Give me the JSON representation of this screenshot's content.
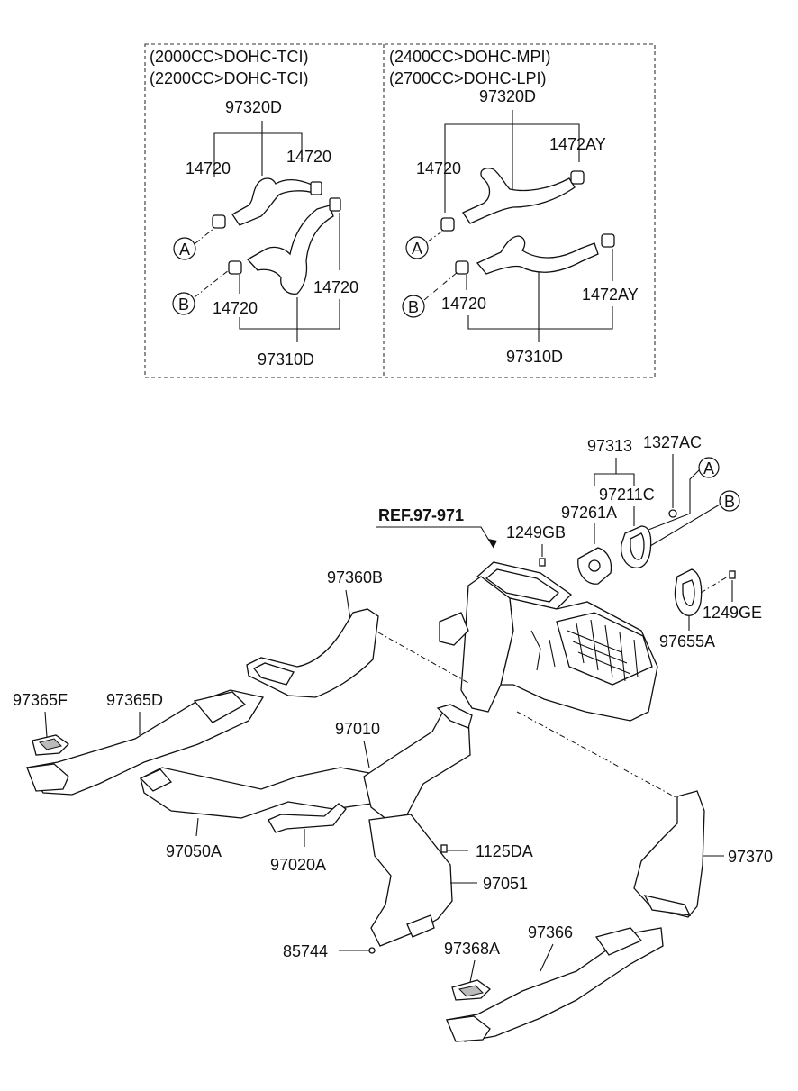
{
  "panels": {
    "left": {
      "header_line1": "(2000CC>DOHC-TCI)",
      "header_line2": "(2200CC>DOHC-TCI)",
      "upper_hose": "97320D",
      "clamp_a": "14720",
      "clamp_upper_right": "14720",
      "connector_a": "A",
      "connector_b": "B",
      "clamp_lower_right": "14720",
      "clamp_b": "14720",
      "lower_hose": "97310D"
    },
    "right": {
      "header_line1": "(2400CC>DOHC-MPI)",
      "header_line2": "(2700CC>DOHC-LPI)",
      "upper_hose": "97320D",
      "clamp_a": "14720",
      "clamp_upper_right": "1472AY",
      "connector_a": "A",
      "connector_b": "B",
      "clamp_b": "14720",
      "clamp_lower_right": "1472AY",
      "lower_hose": "97310D"
    }
  },
  "main": {
    "ref_label": "REF.97-971",
    "parts": {
      "p97313": "97313",
      "p1327AC": "1327AC",
      "p97211C": "97211C",
      "p97261A": "97261A",
      "p1249GB": "1249GB",
      "p1249GE": "1249GE",
      "p97655A": "97655A",
      "p97360B": "97360B",
      "p97365F": "97365F",
      "p97365D": "97365D",
      "p97010": "97010",
      "p97050A": "97050A",
      "p97020A": "97020A",
      "p1125DA": "1125DA",
      "p97051": "97051",
      "p97370": "97370",
      "p85744": "85744",
      "p97368A": "97368A",
      "p97366": "97366"
    },
    "connector_a": "A",
    "connector_b": "B"
  }
}
